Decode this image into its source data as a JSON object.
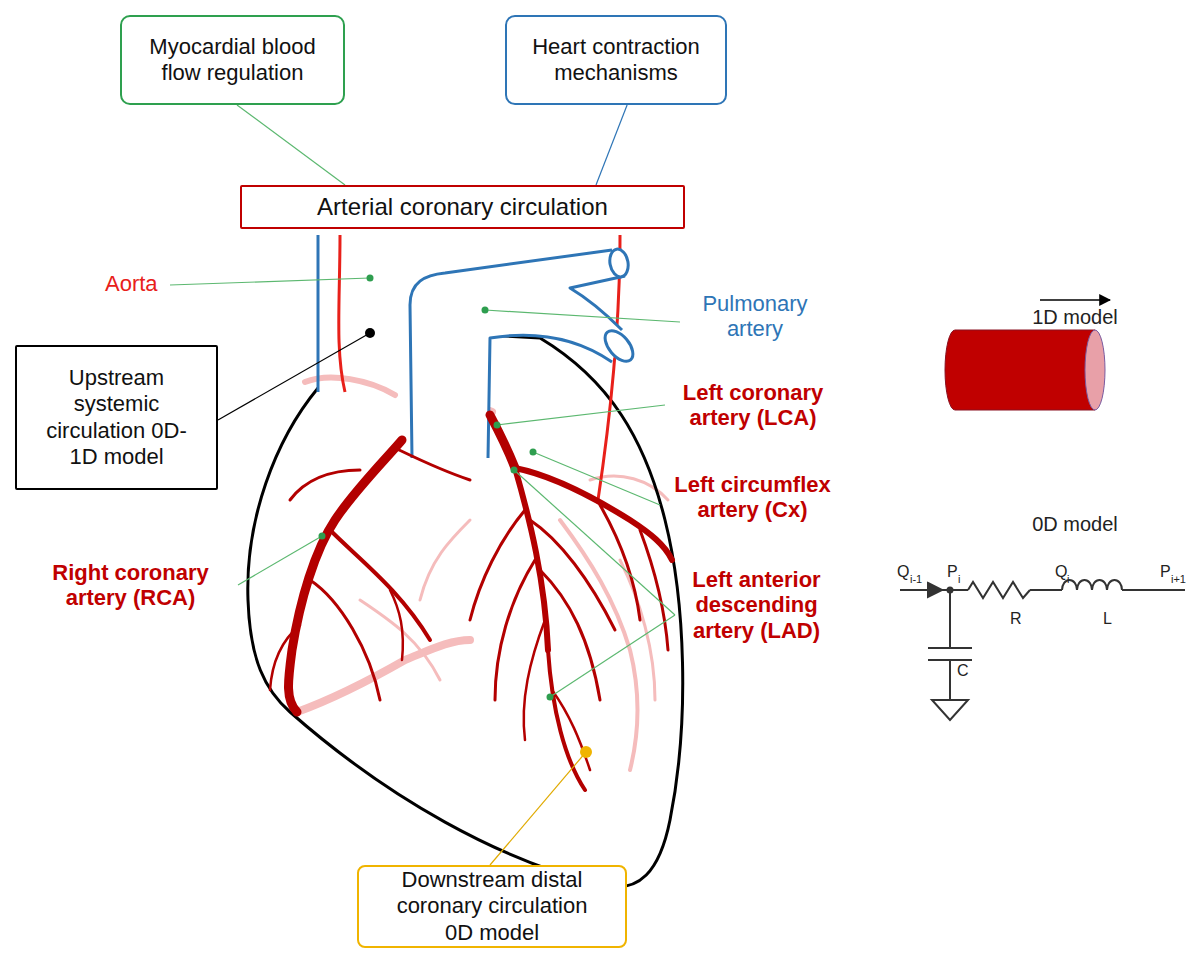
{
  "diagram": {
    "nodes": [
      {
        "text": [
          "Myocardial blood flow regulation"
        ]
      },
      {
        "text": [
          "Heart contraction mechanisms"
        ]
      },
      {
        "text": [
          "Arterial coronary circulation"
        ]
      },
      {
        "text": [
          "Upstream systemic circulation 0D-1D model"
        ]
      },
      {
        "text": [
          "Downstream distal coronary circulation 0D model"
        ]
      }
    ],
    "edges": [
      {
        "from": 0,
        "to": 2,
        "arrow": "none"
      },
      {
        "from": 1,
        "to": 2,
        "arrow": "none"
      }
    ],
    "labels": [
      "Aorta",
      "Pulmonary artery",
      "Left coronary artery (LCA)",
      "Left circumflex artery (Cx)",
      "Left anterior descending artery (LAD)",
      "Right coronary artery (RCA)",
      "1D model",
      "0D model",
      "Q",
      "i-1",
      "P",
      "i",
      "Q",
      "i",
      "P",
      "i+1",
      "R",
      "L",
      "C"
    ]
  }
}
